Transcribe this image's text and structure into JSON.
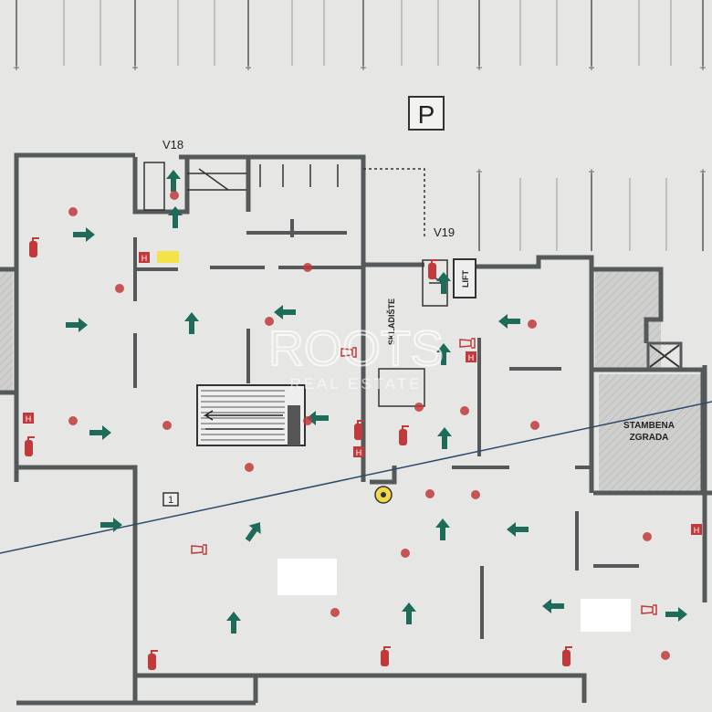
{
  "plan": {
    "parking_sign": "P",
    "exit_v18": "V18",
    "exit_v19": "V19",
    "storage_label": "SKLADIŠTE",
    "lift_label": "LIFT",
    "building_label_1": "STAMBENA",
    "building_label_2": "ZGRADA",
    "section_marker": "1",
    "watermark_main": "ROOTS",
    "watermark_sub": "REAL ESTATE"
  },
  "colors": {
    "wall": "#55595a",
    "arrow": "#1f6b5a",
    "safety_red": "#c0393b",
    "hatch": "#c9cac8",
    "section_line": "#2b4a6b",
    "highlight_yellow": "#f3e24a"
  }
}
